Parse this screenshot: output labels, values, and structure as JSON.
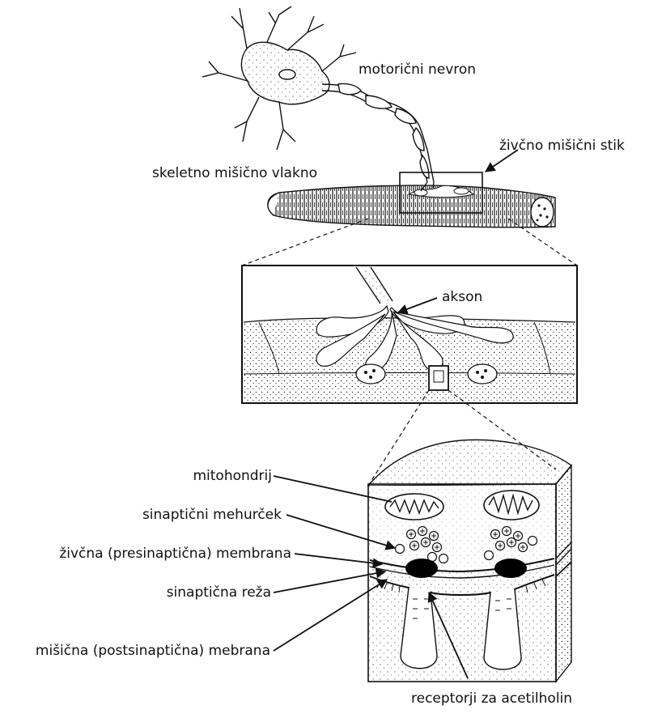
{
  "labels": {
    "motor_neuron": "motorični nevron",
    "neuromuscular_junction": "živčno mišični stik",
    "skeletal_fiber": "skeletno mišično vlakno",
    "axon": "akson",
    "mitochondrion": "mitohondrij",
    "synaptic_vesicle": "sinaptični mehurček",
    "presynaptic_membrane": "živčna (presinaptična) membrana",
    "synaptic_cleft": "sinaptična reža",
    "postsynaptic_membrane": "mišična (postsinaptična) mebrana",
    "ach_receptors": "receptorji za acetilholin"
  },
  "colors": {
    "ink": "#111111",
    "paper": "#ffffff",
    "fill_dark": "#000000"
  }
}
